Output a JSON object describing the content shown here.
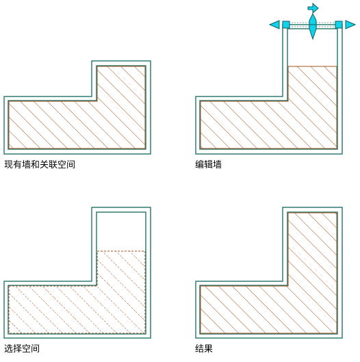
{
  "panels": [
    {
      "id": "existing",
      "caption": "现有墙和关联空间"
    },
    {
      "id": "edit",
      "caption": "编辑墙"
    },
    {
      "id": "select",
      "caption": "选择空间"
    },
    {
      "id": "result",
      "caption": "结果"
    }
  ],
  "colors": {
    "wall": "#2e7d74",
    "space_hatch": "#a0521e",
    "grip_fill": "#11d3e8",
    "grip_stroke": "#0b5b66"
  },
  "icons": {
    "grips": [
      "grip-square-left",
      "grip-arrow-left",
      "grip-diamond-center",
      "grip-arrow-up",
      "grip-square-right",
      "grip-arrow-right"
    ]
  }
}
